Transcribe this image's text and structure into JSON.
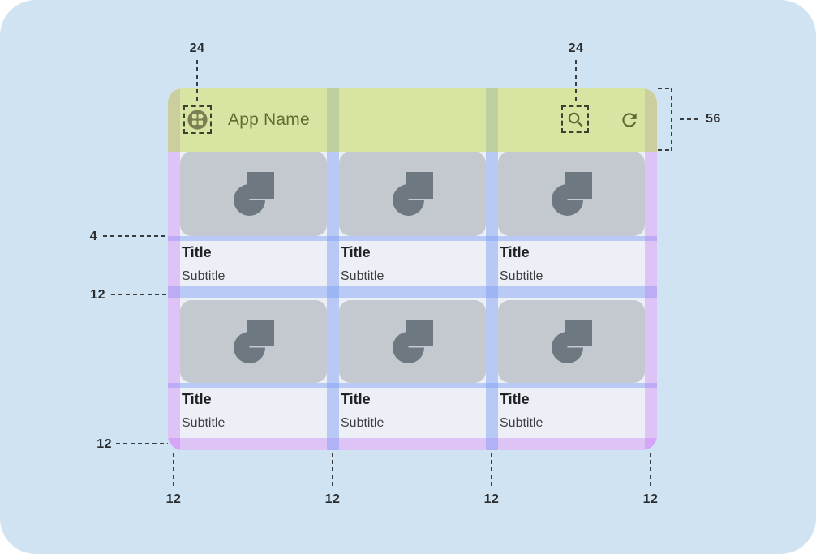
{
  "app": {
    "name": "App Name",
    "icons": {
      "logo": "app-logo-icon",
      "search": "search-icon",
      "refresh": "refresh-icon",
      "placeholder": "image-placeholder-icon"
    }
  },
  "cards": [
    {
      "title": "Title",
      "subtitle": "Subtitle"
    },
    {
      "title": "Title",
      "subtitle": "Subtitle"
    },
    {
      "title": "Title",
      "subtitle": "Subtitle"
    },
    {
      "title": "Title",
      "subtitle": "Subtitle"
    },
    {
      "title": "Title",
      "subtitle": "Subtitle"
    },
    {
      "title": "Title",
      "subtitle": "Subtitle"
    }
  ],
  "spec": {
    "top_keyline_left": "24",
    "top_keyline_right": "24",
    "appbar_height": "56",
    "image_text_gap": "4",
    "row_gap": "12",
    "bottom_margin": "12",
    "bottom_widths": [
      "12",
      "12",
      "12",
      "12"
    ]
  },
  "colors": {
    "canvas_bg": "#d0e3f2",
    "appbar_green": "#d8e5a2",
    "appbar_content": "#5a6b32",
    "content_bg": "#edeff7",
    "card_image_gray": "#c4c9cf",
    "placeholder_icon_gray": "#6e7881",
    "margin_overlay_purple": "#dec4f6",
    "margin_over_appbar": "#cbce9d",
    "gutter_overlay_blue": "#bbc9f4",
    "gutter_over_appbar": "#becfa0",
    "annotation_text": "#292c2e"
  }
}
